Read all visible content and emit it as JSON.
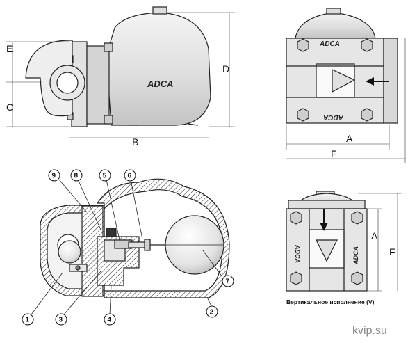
{
  "brand": "ADCA",
  "side_view": {
    "dims": {
      "e": "E",
      "c": "C",
      "d": "D",
      "b": "B"
    }
  },
  "front_view": {
    "dims": {
      "a": "A",
      "f": "F"
    }
  },
  "vertical_view": {
    "dims": {
      "a": "A",
      "f": "F"
    },
    "caption": "Вертикальное исполнение (V)"
  },
  "section_view": {
    "callouts": [
      "9",
      "8",
      "5",
      "6",
      "1",
      "3",
      "4",
      "2",
      "7"
    ]
  },
  "watermark": "kvip.su"
}
